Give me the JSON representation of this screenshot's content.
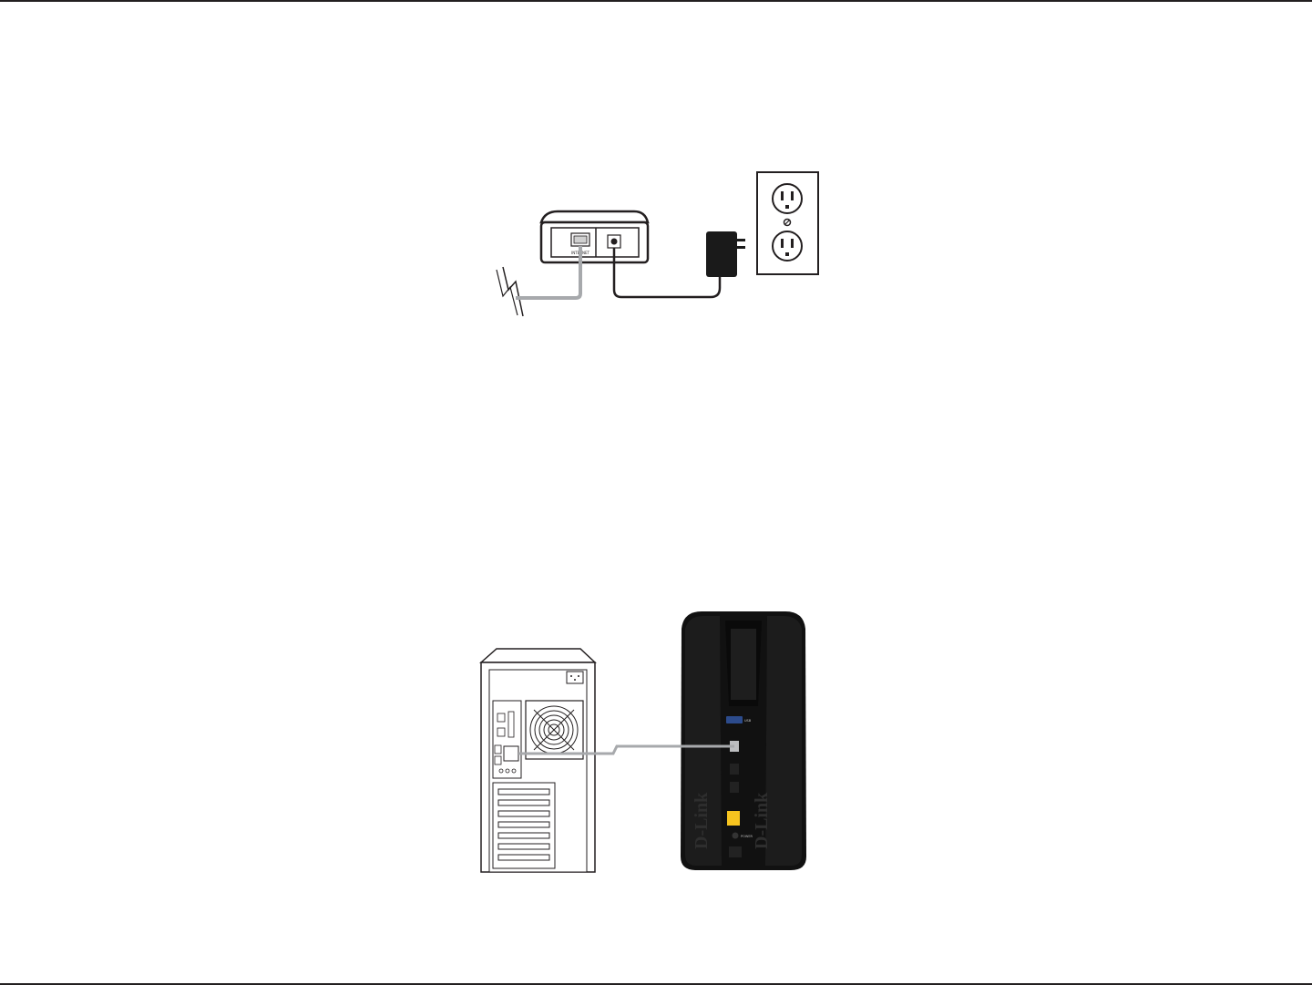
{
  "figure_top": {
    "modem_port_internet": "INTERNET"
  },
  "figure_bottom": {
    "router_brand": "D-Link",
    "router_port_usb": "USB",
    "router_port_power": "POWER"
  },
  "colors": {
    "rule": "#231f20",
    "line_art": "#231f20",
    "ethernet_cable": "#a7a9ac",
    "router_body": "#111111",
    "internet_port": "#f7c41f"
  }
}
